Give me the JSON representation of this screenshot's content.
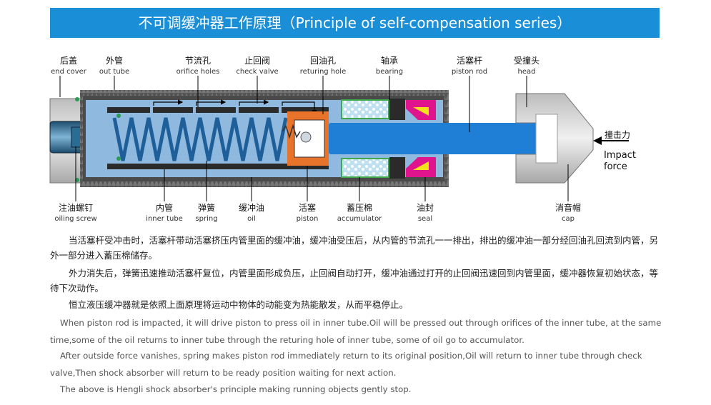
{
  "title": "不可调缓冲器工作原理（Principle of self-compensation series）",
  "labels_top": [
    {
      "cn": "后盖",
      "en": "end cover"
    },
    {
      "cn": "外管",
      "en": "out tube"
    },
    {
      "cn": "节流孔",
      "en": "orifice holes"
    },
    {
      "cn": "止回阀",
      "en": "check valve"
    },
    {
      "cn": "回油孔",
      "en": "returing hole"
    },
    {
      "cn": "轴承",
      "en": "bearing"
    },
    {
      "cn": "活塞杆",
      "en": "piston rod"
    },
    {
      "cn": "受撞头",
      "en": "head"
    }
  ],
  "labels_bottom": [
    {
      "cn": "注油螺钉",
      "en": "oiling screw"
    },
    {
      "cn": "内管",
      "en": "inner tube"
    },
    {
      "cn": "弹簧",
      "en": "spring"
    },
    {
      "cn": "缓冲油",
      "en": "oil"
    },
    {
      "cn": "活塞",
      "en": "piston"
    },
    {
      "cn": "蓄压棉",
      "en": "accumulator"
    },
    {
      "cn": "油封",
      "en": "seal"
    },
    {
      "cn": "消音帽",
      "en": "cap"
    }
  ],
  "impact": {
    "cn": "撞击力",
    "en": "Impact force"
  },
  "paragraphs_cn": [
    "当活塞杆受冲击时，活塞杆带动活塞挤压内管里面的缓冲油，缓冲油受压后，从内管的节流孔一一排出，排出的缓冲油一部分经回油孔回流到内管，另外一部分进入蓄压棉储存。",
    "外力消失后，弹簧迅速推动活塞杆复位，内管里面形成负压，止回阀自动打开，缓冲油通过打开的止回阀迅速回到内管里面，缓冲器恢复初始状态，等待下次动作。",
    "恒立液压缓冲器就是依照上面原理将运动中物体的动能变为热能散发，从而平稳停止。"
  ],
  "paragraphs_en": [
    "When piston rod is impacted, it will drive piston to press oil in inner tube.Oil will be pressed out through orifices  of the inner tube, at the same time,some of the oil returns to inner tube through the returing hole of inner tube, some of oil go to accumulator.",
    "After outside force vanishes, spring makes piston rod immediately return to its original position,Oil will return to inner tube through check valve,Then shock absorber will return to be ready position waiting for next action.",
    "The above is Hengli shock absorber's principle making running objects gently stop."
  ],
  "colors": {
    "banner": "#1a8fd8",
    "oil": "#8fb9df",
    "rod": "#1f7fd6",
    "piston": "#e8732a",
    "bearing": "#3fa84a",
    "seal": "#e0148c",
    "body": "#5a5a5a"
  }
}
